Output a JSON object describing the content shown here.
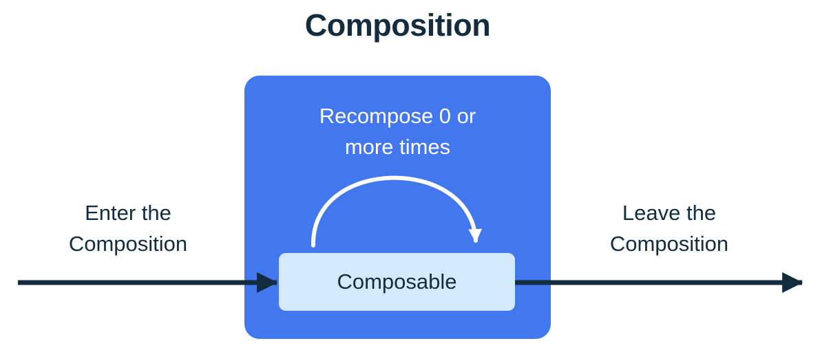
{
  "title": "Composition",
  "colors": {
    "background": "#FFFFFF",
    "primary_blue": "#4277ED",
    "light_blue": "#D3EAFC",
    "dark_navy": "#132D3E",
    "white": "#FFFFFF"
  },
  "outer_box": {
    "recompose_label": {
      "lines": [
        "Recompose 0 or",
        "more times"
      ]
    }
  },
  "composable_box": {
    "label": "Composable"
  },
  "left_label": {
    "lines": [
      "Enter the",
      "Composition"
    ]
  },
  "right_label": {
    "lines": [
      "Leave the",
      "Composition"
    ]
  }
}
